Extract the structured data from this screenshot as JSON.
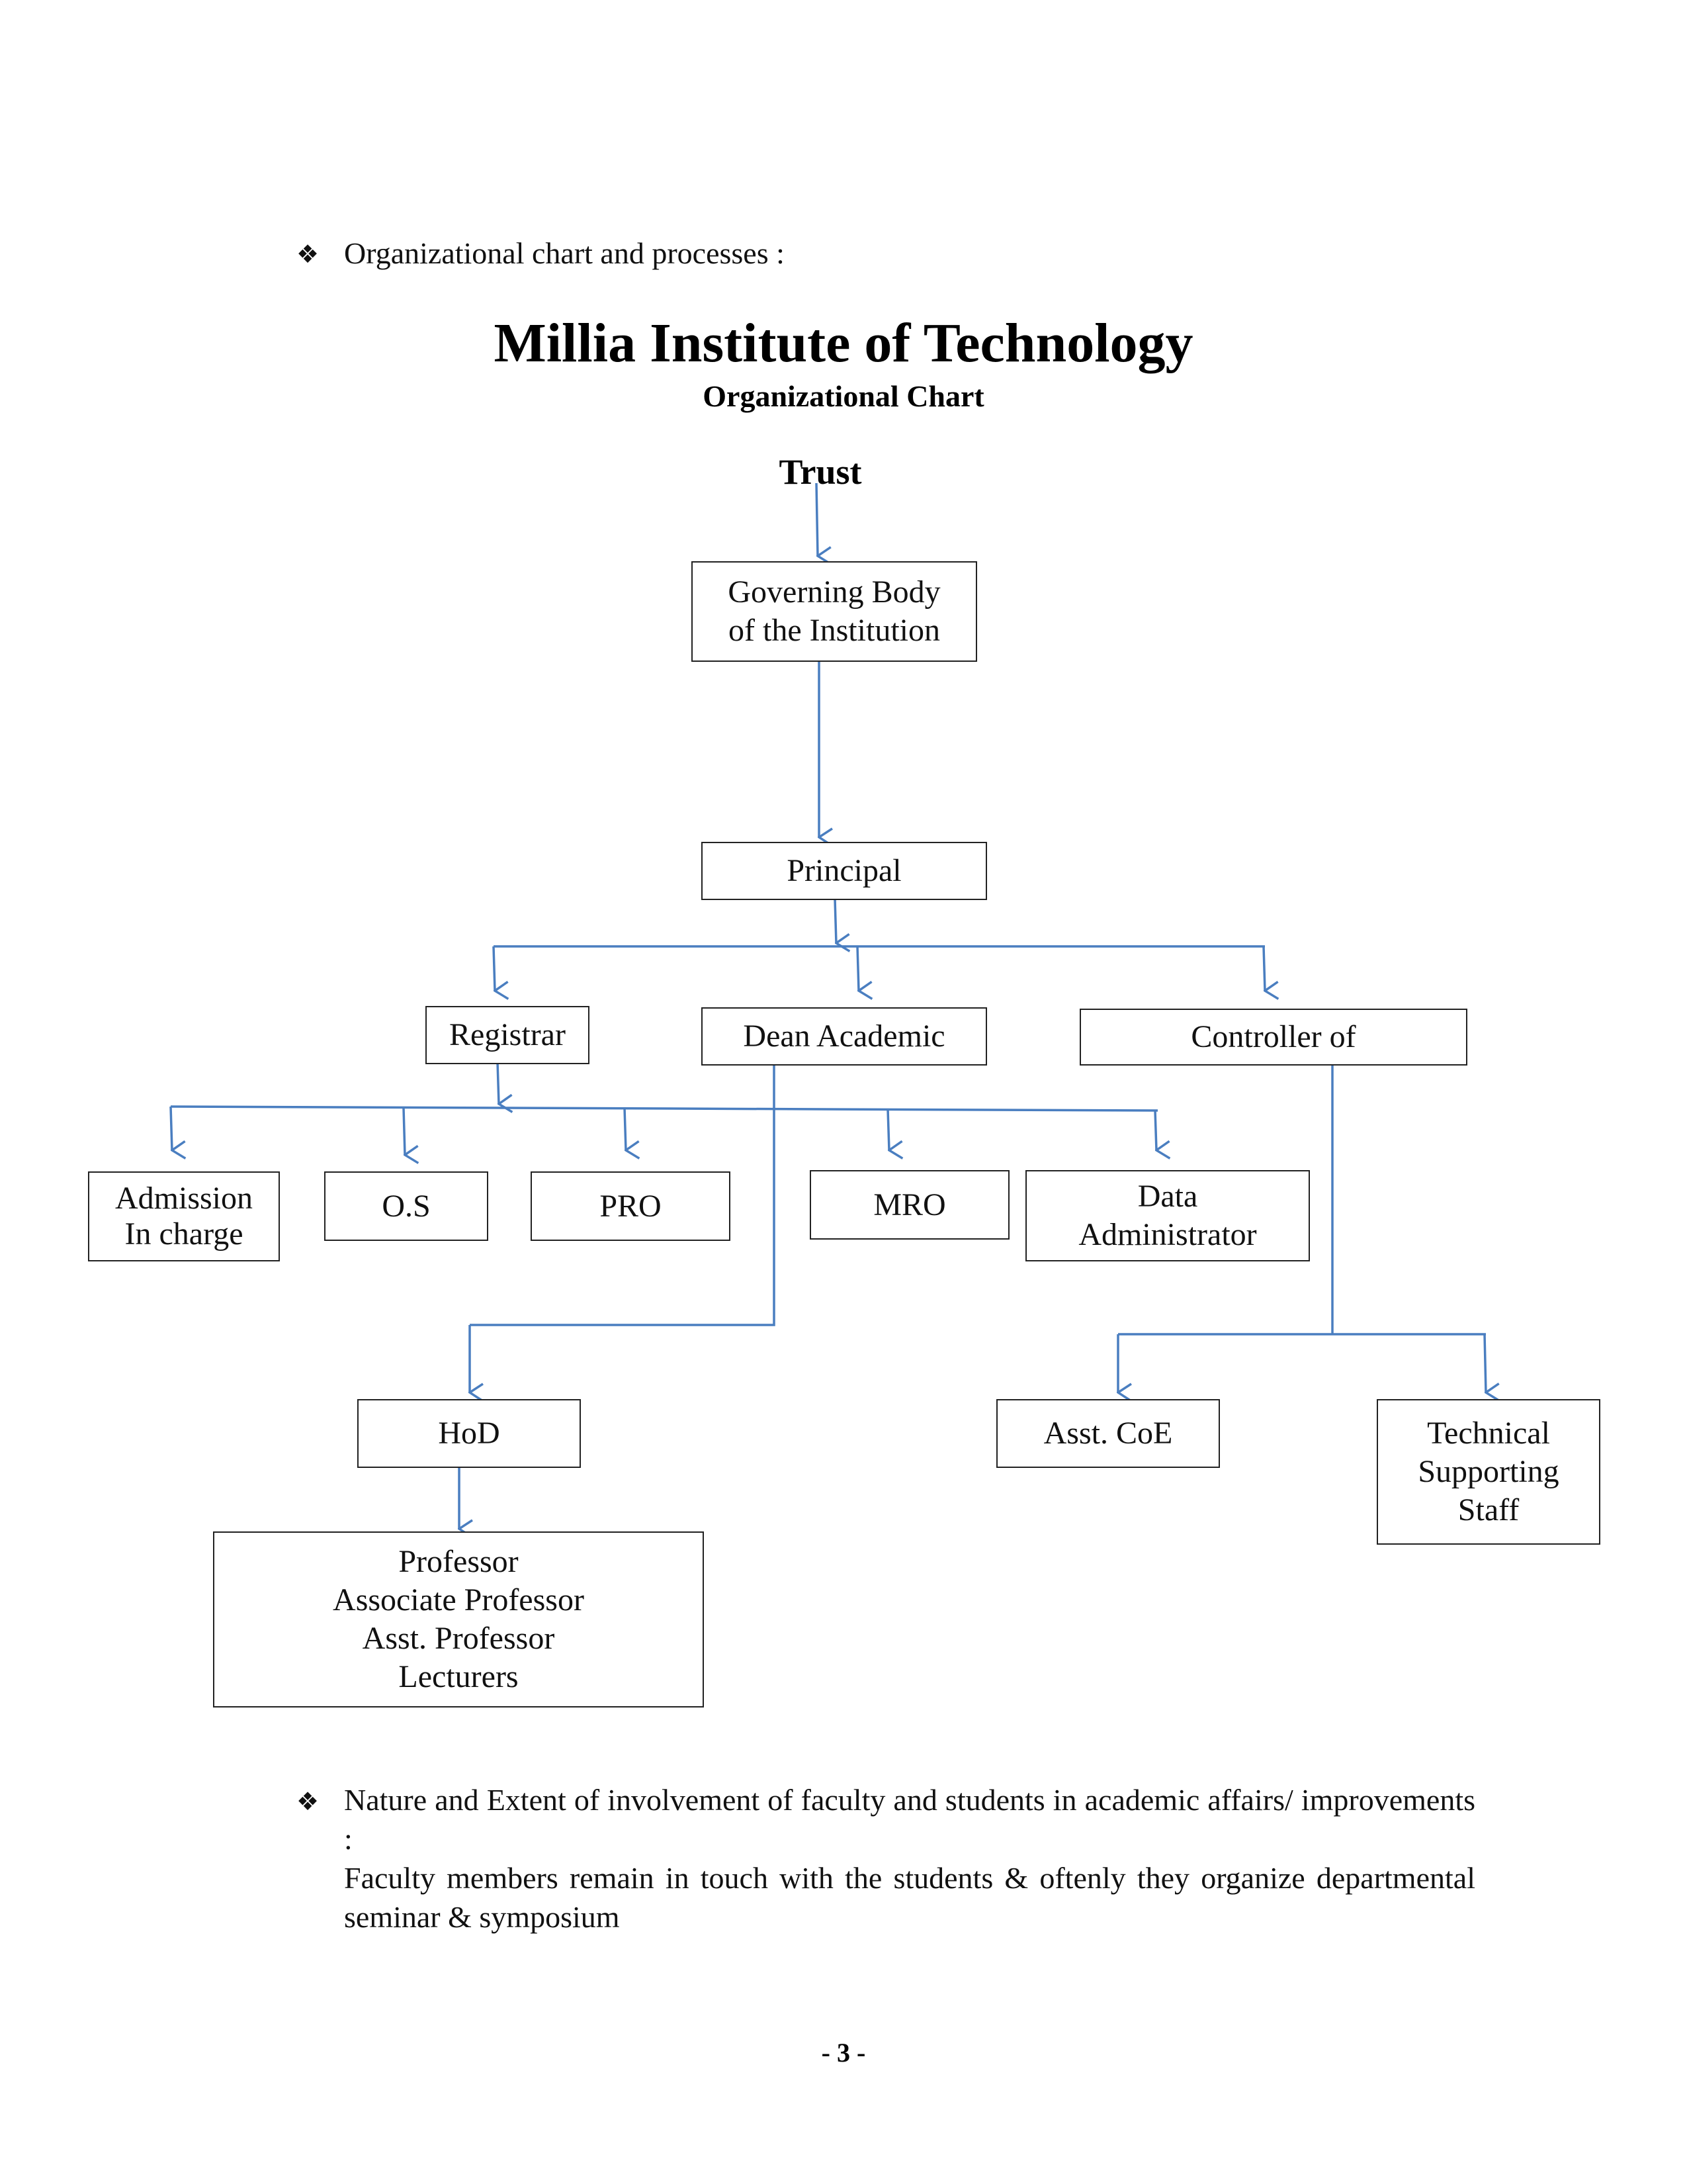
{
  "section1": {
    "bullet_glyph": "❖",
    "heading": "Organizational chart and processes :"
  },
  "chart": {
    "title": "Millia Institute of Technology",
    "subtitle": "Organizational Chart",
    "root": "Trust",
    "governing_body": [
      "Governing Body",
      "of the Institution"
    ],
    "principal": "Principal",
    "registrar": "Registrar",
    "dean_academic": "Dean Academic",
    "controller": "Controller of",
    "admission": [
      "Admission",
      "In charge"
    ],
    "os": "O.S",
    "pro": "PRO",
    "mro": "MRO",
    "data_admin": [
      "Data",
      "Administrator"
    ],
    "hod": "HoD",
    "asst_coe": "Asst. CoE",
    "tech_staff": [
      "Technical",
      "Supporting",
      "Staff"
    ],
    "faculty": [
      "Professor",
      "Associate Professor",
      "Asst. Professor",
      "Lecturers"
    ],
    "line_color": "#4a7ec0"
  },
  "section2": {
    "bullet_glyph": "❖",
    "heading": "Nature and Extent of involvement of faculty and students in academic affairs/ improvements :",
    "body": "Faculty members remain in touch with the students & oftenly they organize departmental seminar & symposium"
  },
  "footer": {
    "page_number": "- 3 -"
  }
}
